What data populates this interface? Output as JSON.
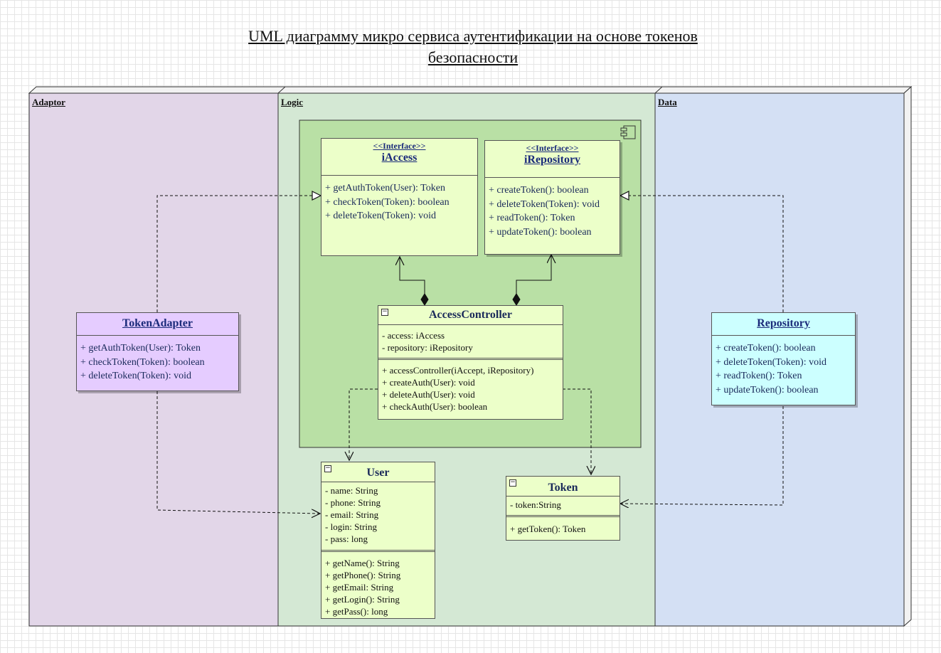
{
  "title": {
    "line1": " UML диаграмму микро сервиса аутентификации на основе токенов",
    "line2": "безопасности"
  },
  "lanes": [
    {
      "label": "Adaptor",
      "color": "#e2d6e8"
    },
    {
      "label": "Logic",
      "color": "#d4e8d4"
    },
    {
      "label": "Data",
      "color": "#d4e0f4"
    }
  ],
  "component": {
    "icon": "component-icon",
    "color": "#b9e0a5"
  },
  "iAccess": {
    "stereotype": "<<Interface>>",
    "name": "iAccess",
    "ops": [
      "+ getAuthToken(User): Token",
      "+ checkToken(Token): boolean",
      "+ deleteToken(Token): void"
    ]
  },
  "iRepository": {
    "stereotype": "<<Interface>>",
    "name": "iRepository",
    "ops": [
      "+ createToken(): boolean",
      "+ deleteToken(Token): void",
      "+ readToken(): Token",
      "+ updateToken(): boolean"
    ]
  },
  "accessController": {
    "name": "AccessController",
    "attrs": [
      "- access: iAccess",
      "- repository: iRepository"
    ],
    "ops": [
      "+ accessController(iAccept, iRepository)",
      "+ createAuth(User): void",
      "+ deleteAuth(User): void",
      "+ checkAuth(User): boolean"
    ]
  },
  "tokenAdapter": {
    "name": "TokenAdapter",
    "color": "#e5ccff",
    "ops": [
      "+ getAuthToken(User): Token",
      "+ checkToken(Token): boolean",
      "+ deleteToken(Token): void"
    ]
  },
  "repository": {
    "name": "Repository",
    "color": "#ccffff",
    "ops": [
      "+ createToken(): boolean",
      "+ deleteToken(Token): void",
      "+ readToken(): Token",
      "+ updateToken(): boolean"
    ]
  },
  "user": {
    "name": "User",
    "attrs": [
      "- name: String",
      "- phone: String",
      "- email: String",
      "- login: String",
      "- pass: long"
    ],
    "ops": [
      "+ getName(): String",
      "+ getPhone(): String",
      "+ getEmail: String",
      "+ getLogin(): String",
      "+ getPass(): long"
    ]
  },
  "token": {
    "name": "Token",
    "attrs": [
      "- token:String"
    ],
    "ops": [
      "+ getToken(): Token"
    ]
  }
}
